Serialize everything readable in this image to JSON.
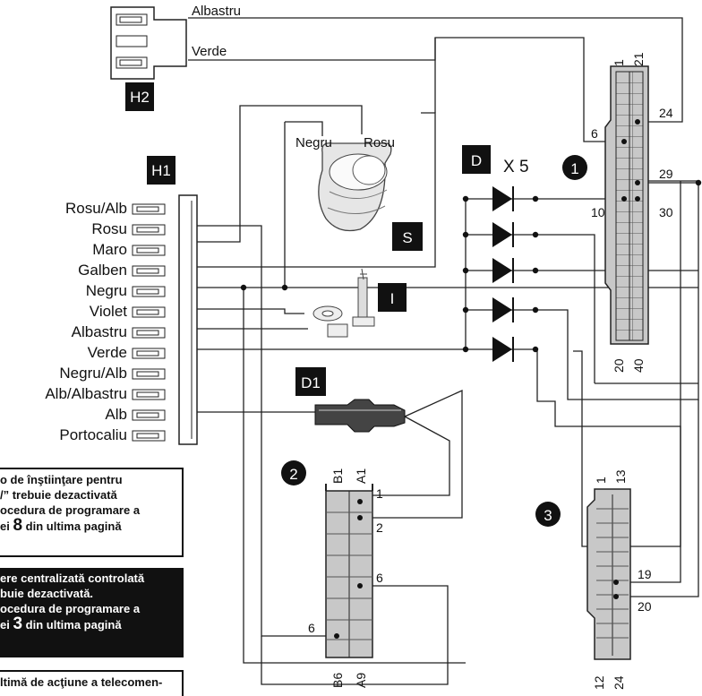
{
  "colors": {
    "line": "#222222",
    "connector_fill": "#c8c8c8",
    "badge": "#111111",
    "badge_text": "#ffffff"
  },
  "h2": {
    "tag": "H2",
    "wires": [
      "Albastru",
      "Verde"
    ]
  },
  "h1": {
    "tag": "H1",
    "pins": [
      "Rosu/Alb",
      "Rosu",
      "Maro",
      "Galben",
      "Negru",
      "Violet",
      "Albastru",
      "Verde",
      "Negru/Alb",
      "Alb/Albastru",
      "Alb",
      "Portocaliu"
    ]
  },
  "siren": {
    "tag": "S",
    "wire_left": "Negru",
    "wire_right": "Rosu"
  },
  "switch": {
    "tag": "I"
  },
  "diodes": {
    "tag": "D",
    "count_label": "X 5"
  },
  "sensor": {
    "tag": "D1"
  },
  "connector1": {
    "number": "1",
    "pin_labels": {
      "top_left": "1",
      "top_right": "21",
      "bottom_left": "20",
      "bottom_right": "40"
    },
    "pins": [
      "24",
      "6",
      "29",
      "10",
      "30"
    ]
  },
  "connector2": {
    "number": "2",
    "pin_labels": {
      "top_left": "B1",
      "top_right": "A1",
      "bottom_left": "B6",
      "bottom_right": "A9"
    },
    "pins": [
      "1",
      "2",
      "6",
      "6"
    ]
  },
  "connector3": {
    "number": "3",
    "pin_labels": {
      "top_left": "1",
      "top_right": "13",
      "bottom_left": "12",
      "bottom_right": "24"
    },
    "pins": [
      "19",
      "20"
    ]
  },
  "notes": [
    {
      "style": "white",
      "lines": [
        "o de înştiinţare pentru",
        "/” trebuie dezactivată",
        "ocedura de programare a"
      ],
      "last_pre": "ei ",
      "last_num": "8",
      "last_post": " din ultima pagină"
    },
    {
      "style": "black",
      "lines": [
        "ere centralizată controlată",
        "buie dezactivată.",
        "ocedura de programare a"
      ],
      "last_pre": "ei ",
      "last_num": "3",
      "last_post": " din ultima pagină"
    },
    {
      "style": "white",
      "lines": [
        "ltimă de acţiune a telecomen-"
      ],
      "last_pre": "",
      "last_num": "",
      "last_post": ""
    }
  ]
}
